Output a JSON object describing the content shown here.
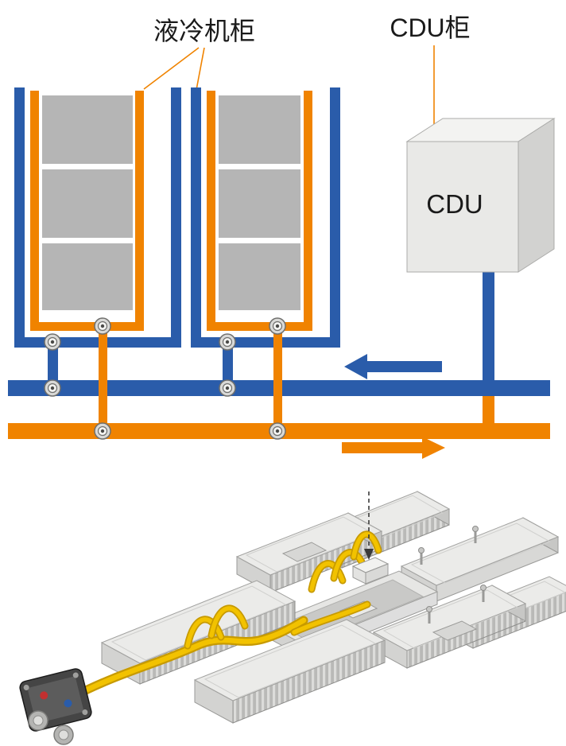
{
  "schematic": {
    "rack_label": "液冷机柜",
    "cdu_cabinet_label": "CDU柜",
    "cdu_box_label": "CDU",
    "rack_count": 2,
    "server_blocks_per_rack": 3,
    "colors": {
      "cold_pipe": "#2a5caa",
      "hot_pipe": "#f08300",
      "server_block": "#b5b5b5",
      "leader_line": "#f08300"
    },
    "flow_arrows": {
      "cold_pipe_direction": "left",
      "hot_pipe_direction": "right"
    }
  },
  "illustration": {
    "tube_color": "#f2c200",
    "connector_port_colors": [
      "#c23030",
      "#2a5caa"
    ]
  }
}
